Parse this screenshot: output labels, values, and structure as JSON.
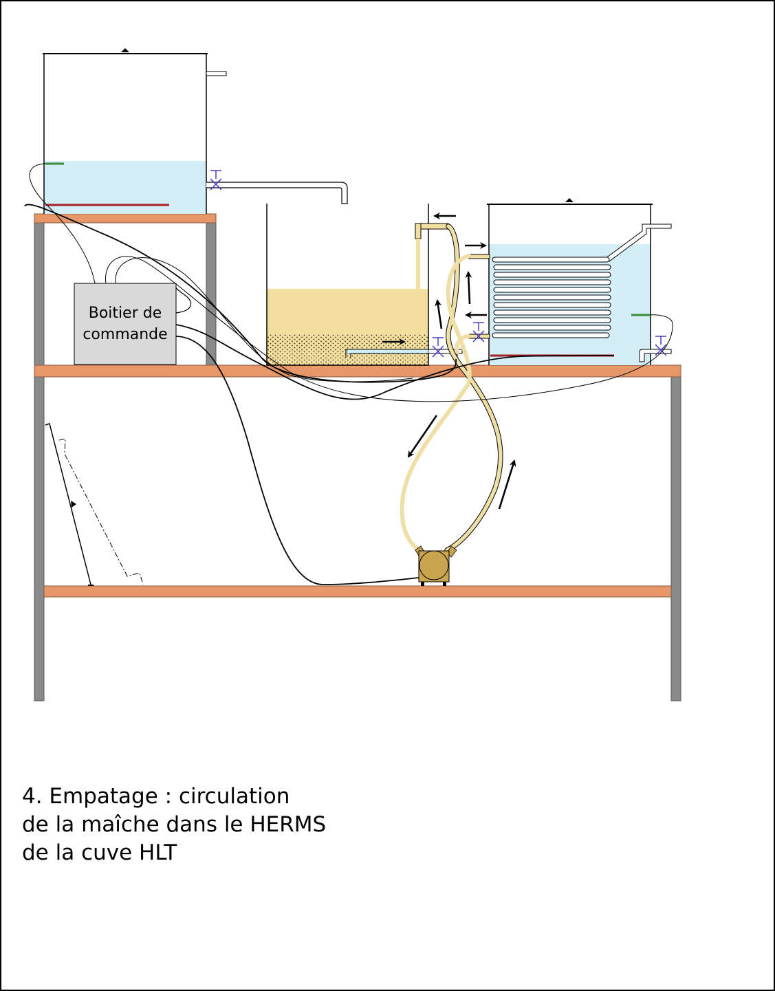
{
  "control_box": {
    "line1": "Boitier de",
    "line2": "commande"
  },
  "caption": {
    "line1": "4. Empatage : circulation",
    "line2": "de la maîche dans le HERMS",
    "line3": "de la cuve HLT"
  },
  "colors": {
    "water": "#d3eef7",
    "grain": "#f2de9f",
    "shelf": "#e6986a",
    "post": "#8a8a8a",
    "hose": "#efdfa6",
    "heater": "#a52020",
    "sensor": "#3a8a3a",
    "valve": "#3d2fc4",
    "pump": "#c9a550",
    "box": "#d9d9d9"
  },
  "icons": [
    "arrow-icon",
    "valve-icon",
    "pump-icon",
    "heating-element-icon",
    "temperature-probe-icon"
  ]
}
